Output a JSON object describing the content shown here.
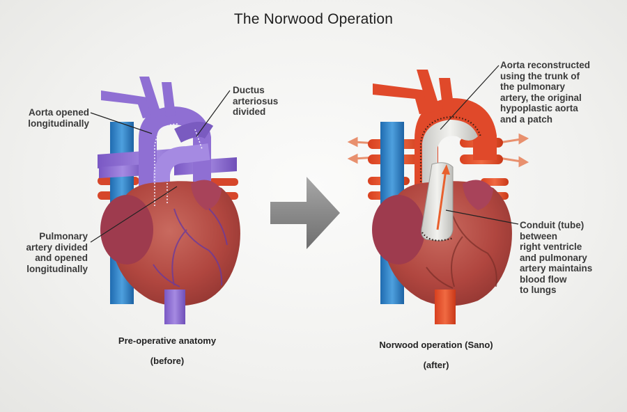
{
  "title": "The Norwood Operation",
  "colors": {
    "venous_purple": "#8c6bd2",
    "arterial_red": "#e0492a",
    "vena_cava_blue": "#2f7fc4",
    "heart_muscle": "#b84a45",
    "graft_gray": "#d9d9d6",
    "arrow_gray": "#8a8a8a"
  },
  "before": {
    "labels": {
      "aorta_opened": "Aorta opened\nlongitudinally",
      "ductus": "Ductus\narteriosus\ndivided",
      "pulmonary": "Pulmonary\nartery divided\nand opened\nlongitudinally"
    },
    "caption": "Pre-operative anatomy",
    "caption_sub": "(before)"
  },
  "after": {
    "labels": {
      "aorta_reconstructed": "Aorta reconstructed\nusing the trunk of\nthe pulmonary\nartery, the original\nhypoplastic aorta\nand a patch",
      "conduit": "Conduit (tube)\nbetween\nright ventricle\nand pulmonary\nartery maintains\nblood flow\nto lungs"
    },
    "caption": "Norwood operation (Sano)",
    "caption_sub": "(after)"
  },
  "icons": {
    "transition_arrow": "right-arrow-icon"
  }
}
